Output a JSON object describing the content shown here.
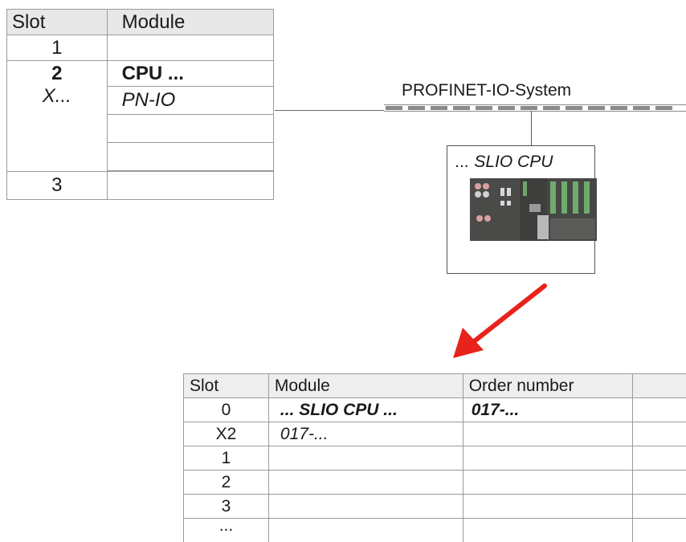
{
  "slot_table": {
    "headers": [
      "Slot",
      "Module"
    ],
    "rows": [
      {
        "slot": "1",
        "module": ""
      },
      {
        "slot": "2",
        "module": "CPU ...",
        "sub_slot": "X...",
        "sub_module": "PN-IO"
      },
      {
        "slot": "3",
        "module": ""
      }
    ]
  },
  "bus": {
    "label": "PROFINET-IO-System"
  },
  "device": {
    "label": "... SLIO CPU",
    "image_icon": "slio-cpu-hardware-image"
  },
  "arrow": {
    "color": "#e8231c",
    "icon": "arrow-down-left-icon"
  },
  "detail_table": {
    "headers": [
      "Slot",
      "Module",
      "Order number",
      ""
    ],
    "rows": [
      {
        "slot": "0",
        "module": "... SLIO CPU ...",
        "order": "017-..."
      },
      {
        "slot": "X2",
        "module": "017-...",
        "order": ""
      },
      {
        "slot": "1",
        "module": "",
        "order": ""
      },
      {
        "slot": "2",
        "module": "",
        "order": ""
      },
      {
        "slot": "3",
        "module": "",
        "order": ""
      },
      {
        "slot": "...",
        "module": "",
        "order": ""
      }
    ]
  }
}
